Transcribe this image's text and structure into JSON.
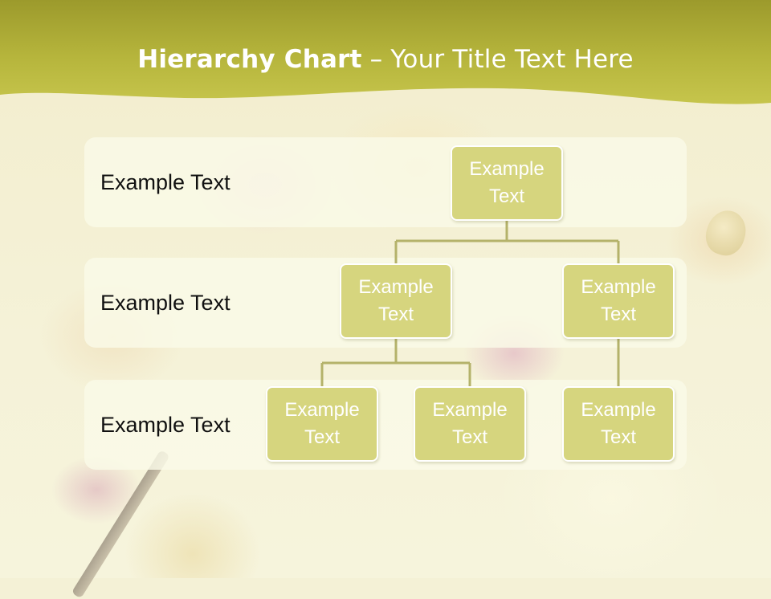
{
  "title": {
    "bold": "Hierarchy Chart",
    "rest": " – Your Title Text Here"
  },
  "levels": [
    {
      "label": "Example Text"
    },
    {
      "label": "Example Text"
    },
    {
      "label": "Example Text"
    }
  ],
  "nodes": {
    "root": "Example Text",
    "level2_left": "Example Text",
    "level2_right": "Example Text",
    "level3_left": "Example Text",
    "level3_middle": "Example Text",
    "level3_right": "Example Text"
  },
  "colors": {
    "header_green": "#b9b83a",
    "node_fill": "#d6d57e",
    "connector": "#b4b26a",
    "band_fill": "#fafae8"
  }
}
